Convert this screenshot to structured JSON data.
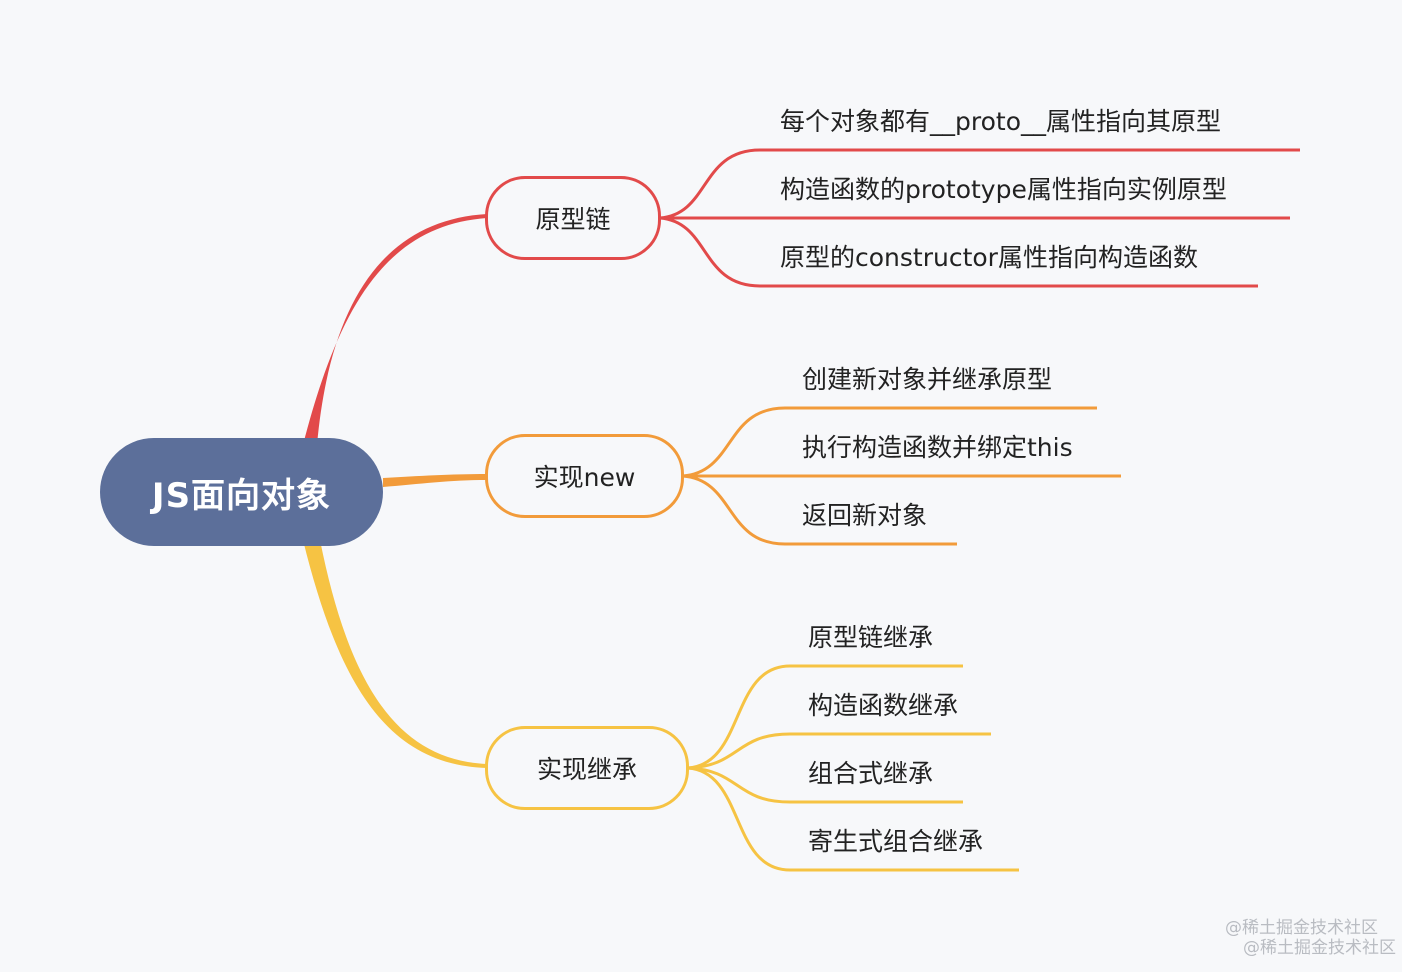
{
  "root": {
    "label": "JS面向对象",
    "color": "#5c6f9a"
  },
  "branches": [
    {
      "label": "原型链",
      "color": "#e24a4a",
      "leaves": [
        "每个对象都有__proto__属性指向其原型",
        "构造函数的prototype属性指向实例原型",
        "原型的constructor属性指向构造函数"
      ]
    },
    {
      "label": "实现new",
      "color": "#f29b3a",
      "leaves": [
        "创建新对象并继承原型",
        "执行构造函数并绑定this",
        "返回新对象"
      ]
    },
    {
      "label": "实现继承",
      "color": "#f6c343",
      "leaves": [
        "原型链继承",
        "构造函数继承",
        "组合式继承",
        "寄生式组合继承"
      ]
    }
  ],
  "watermark": "@稀土掘金技术社区"
}
